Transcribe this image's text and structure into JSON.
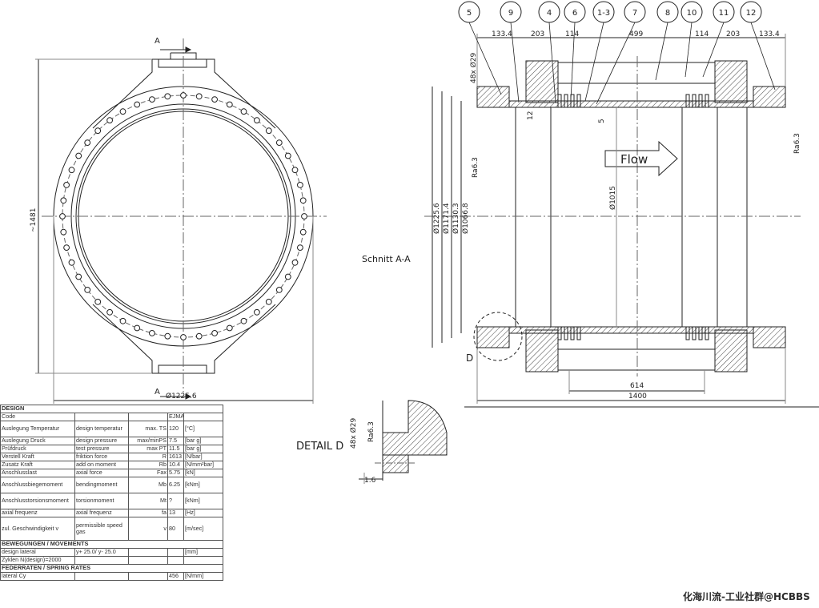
{
  "front_view": {
    "section_marker": "A",
    "height_dim": "~1481",
    "diameter_dim": "Ø1225.6"
  },
  "section_view": {
    "title": "Schnitt A-A",
    "flow_label": "Flow",
    "balloons": [
      "5",
      "9",
      "4",
      "6",
      "1-3",
      "7",
      "8",
      "10",
      "11",
      "12"
    ],
    "top_dims": [
      "133.4",
      "203",
      "114",
      "499",
      "114",
      "203",
      "133.4"
    ],
    "bolts": "48x Ø29",
    "diameters": [
      "Ø1225.6",
      "Ø1171.4",
      "Ø1130.3",
      "Ø1066.8"
    ],
    "inner_diameter": "Ø1015",
    "wall_dim": "12",
    "gap_dim": "5",
    "roughness": "Ra6.3",
    "bottom_dims": [
      "614",
      "1400"
    ],
    "detail_marker": "D"
  },
  "detail": {
    "title": "DETAIL D",
    "bolts": "48x Ø29",
    "roughness": "Ra6.3",
    "dim": "1.6"
  },
  "design_table": {
    "rows": [
      {
        "type": "section",
        "text": "DESIGN"
      },
      {
        "type": "row",
        "c": [
          "Code",
          "",
          "",
          "EJMA",
          ""
        ]
      },
      {
        "type": "row",
        "c": [
          "Auslegung Temperatur",
          "design temperatur",
          "max. TS",
          "120",
          "[°C]"
        ],
        "tall": true
      },
      {
        "type": "row",
        "c": [
          "Auslegung Druck",
          "design pressure",
          "max/minPS",
          "7.5",
          "[bar g]"
        ]
      },
      {
        "type": "row",
        "c": [
          "Prüfdruck",
          "test pressure",
          "max PT",
          "11.5",
          "[bar g]"
        ]
      },
      {
        "type": "row",
        "c": [
          "Verstell Kraft",
          "friktion force",
          "R",
          "1613",
          "[N/bar]"
        ]
      },
      {
        "type": "row",
        "c": [
          "Zusatz Kraft",
          "add on moment",
          "Rb",
          "10.4",
          "[N/mm²bar]"
        ]
      },
      {
        "type": "row",
        "c": [
          "Anschlusslast",
          "axial force",
          "Fax",
          "5.75",
          "[kN]"
        ]
      },
      {
        "type": "row",
        "c": [
          "Anschlussbiegemoment",
          "bendingmoment",
          "Mb",
          "6.25",
          "[kNm]"
        ],
        "tall": true
      },
      {
        "type": "row",
        "c": [
          "Anschlusstorsionsmoment",
          "torsionmoment",
          "Mt",
          "?",
          "[kNm]"
        ],
        "tall": true
      },
      {
        "type": "row",
        "c": [
          "axial frequenz",
          "axial frequenz",
          "fa",
          "13",
          "[Hz]"
        ]
      },
      {
        "type": "row",
        "c": [
          "zul. Geschwindigkeit v",
          "permissible speed gas",
          "v",
          "80",
          "[m/sec]"
        ],
        "tall3": true
      },
      {
        "type": "section",
        "text": "BEWEGUNGEN / MOVEMENTS"
      },
      {
        "type": "row",
        "c": [
          "design lateral",
          "y+ 25.0/ y- 25.0",
          "",
          "",
          "[mm]"
        ]
      },
      {
        "type": "row",
        "c": [
          "Zyklen N(design)=2000",
          "",
          "",
          "",
          ""
        ]
      },
      {
        "type": "section",
        "text": "FEDERRATEN / SPRING RATES"
      },
      {
        "type": "row",
        "c": [
          "lateral Cy",
          "",
          "",
          "456",
          "[N/mm]"
        ]
      }
    ]
  },
  "watermark": "化海川流-工业社群@HCBBS",
  "colors": {
    "line": "#222222",
    "hatch": "#444444",
    "center": "#666666"
  }
}
